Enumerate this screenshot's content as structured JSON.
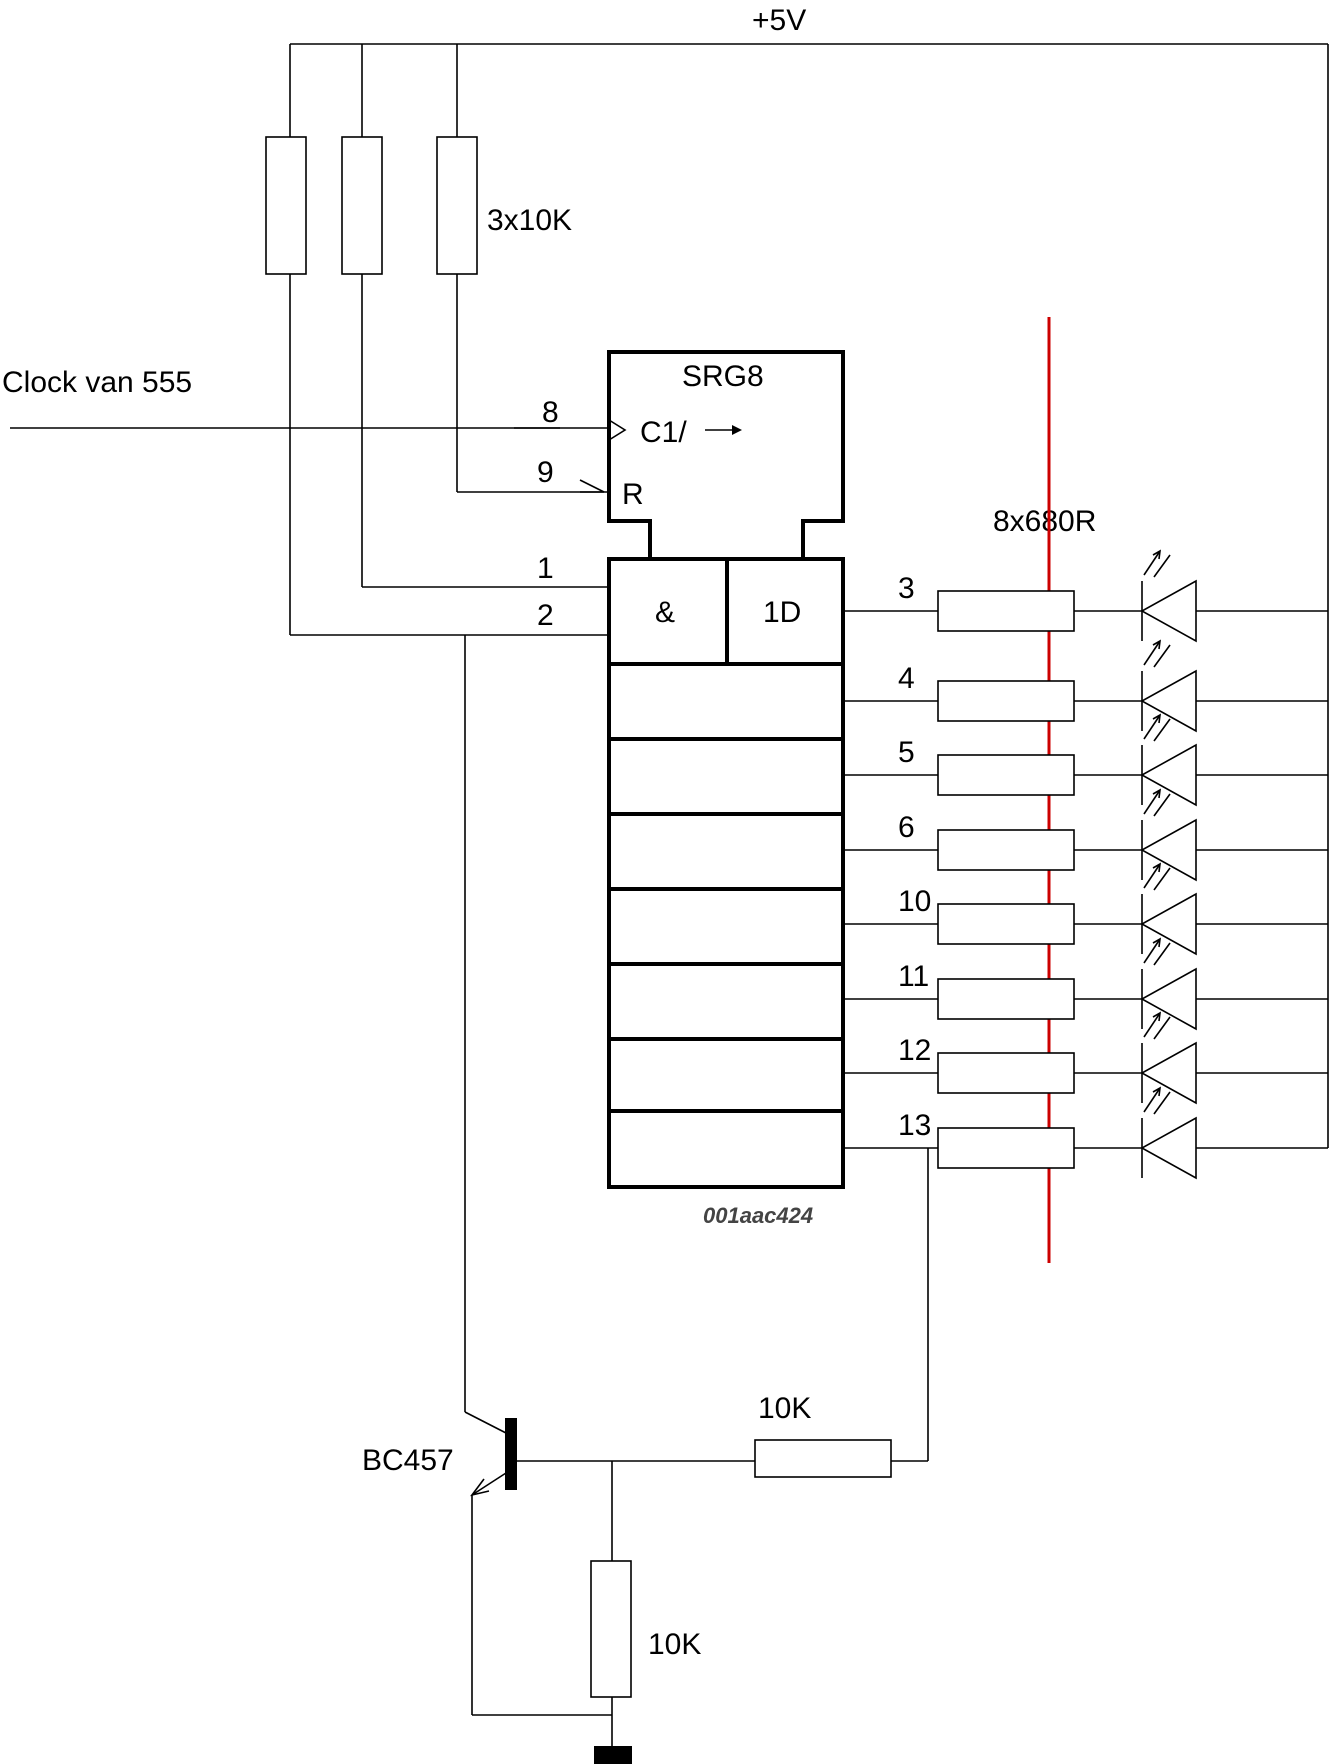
{
  "labels": {
    "supply": "+5V",
    "pullups": "3x10K",
    "clock_input": "Clock van 555",
    "chip_name": "SRG8",
    "clock_pin": "C1/",
    "reset_pin": "R",
    "and_cell": "&",
    "data_cell": "1D",
    "led_resistors": "8x680R",
    "part_code": "001aac424",
    "transistor": "BC457",
    "base_resistor": "10K",
    "bias_resistor": "10K"
  },
  "pins": {
    "clock": "8",
    "reset": "9",
    "in_a": "1",
    "in_b": "2"
  },
  "outputs": [
    "3",
    "4",
    "5",
    "6",
    "10",
    "11",
    "12",
    "13"
  ],
  "colors": {
    "wire": "#000000",
    "highlight_line": "#cc0000",
    "part_code": "#444444"
  }
}
